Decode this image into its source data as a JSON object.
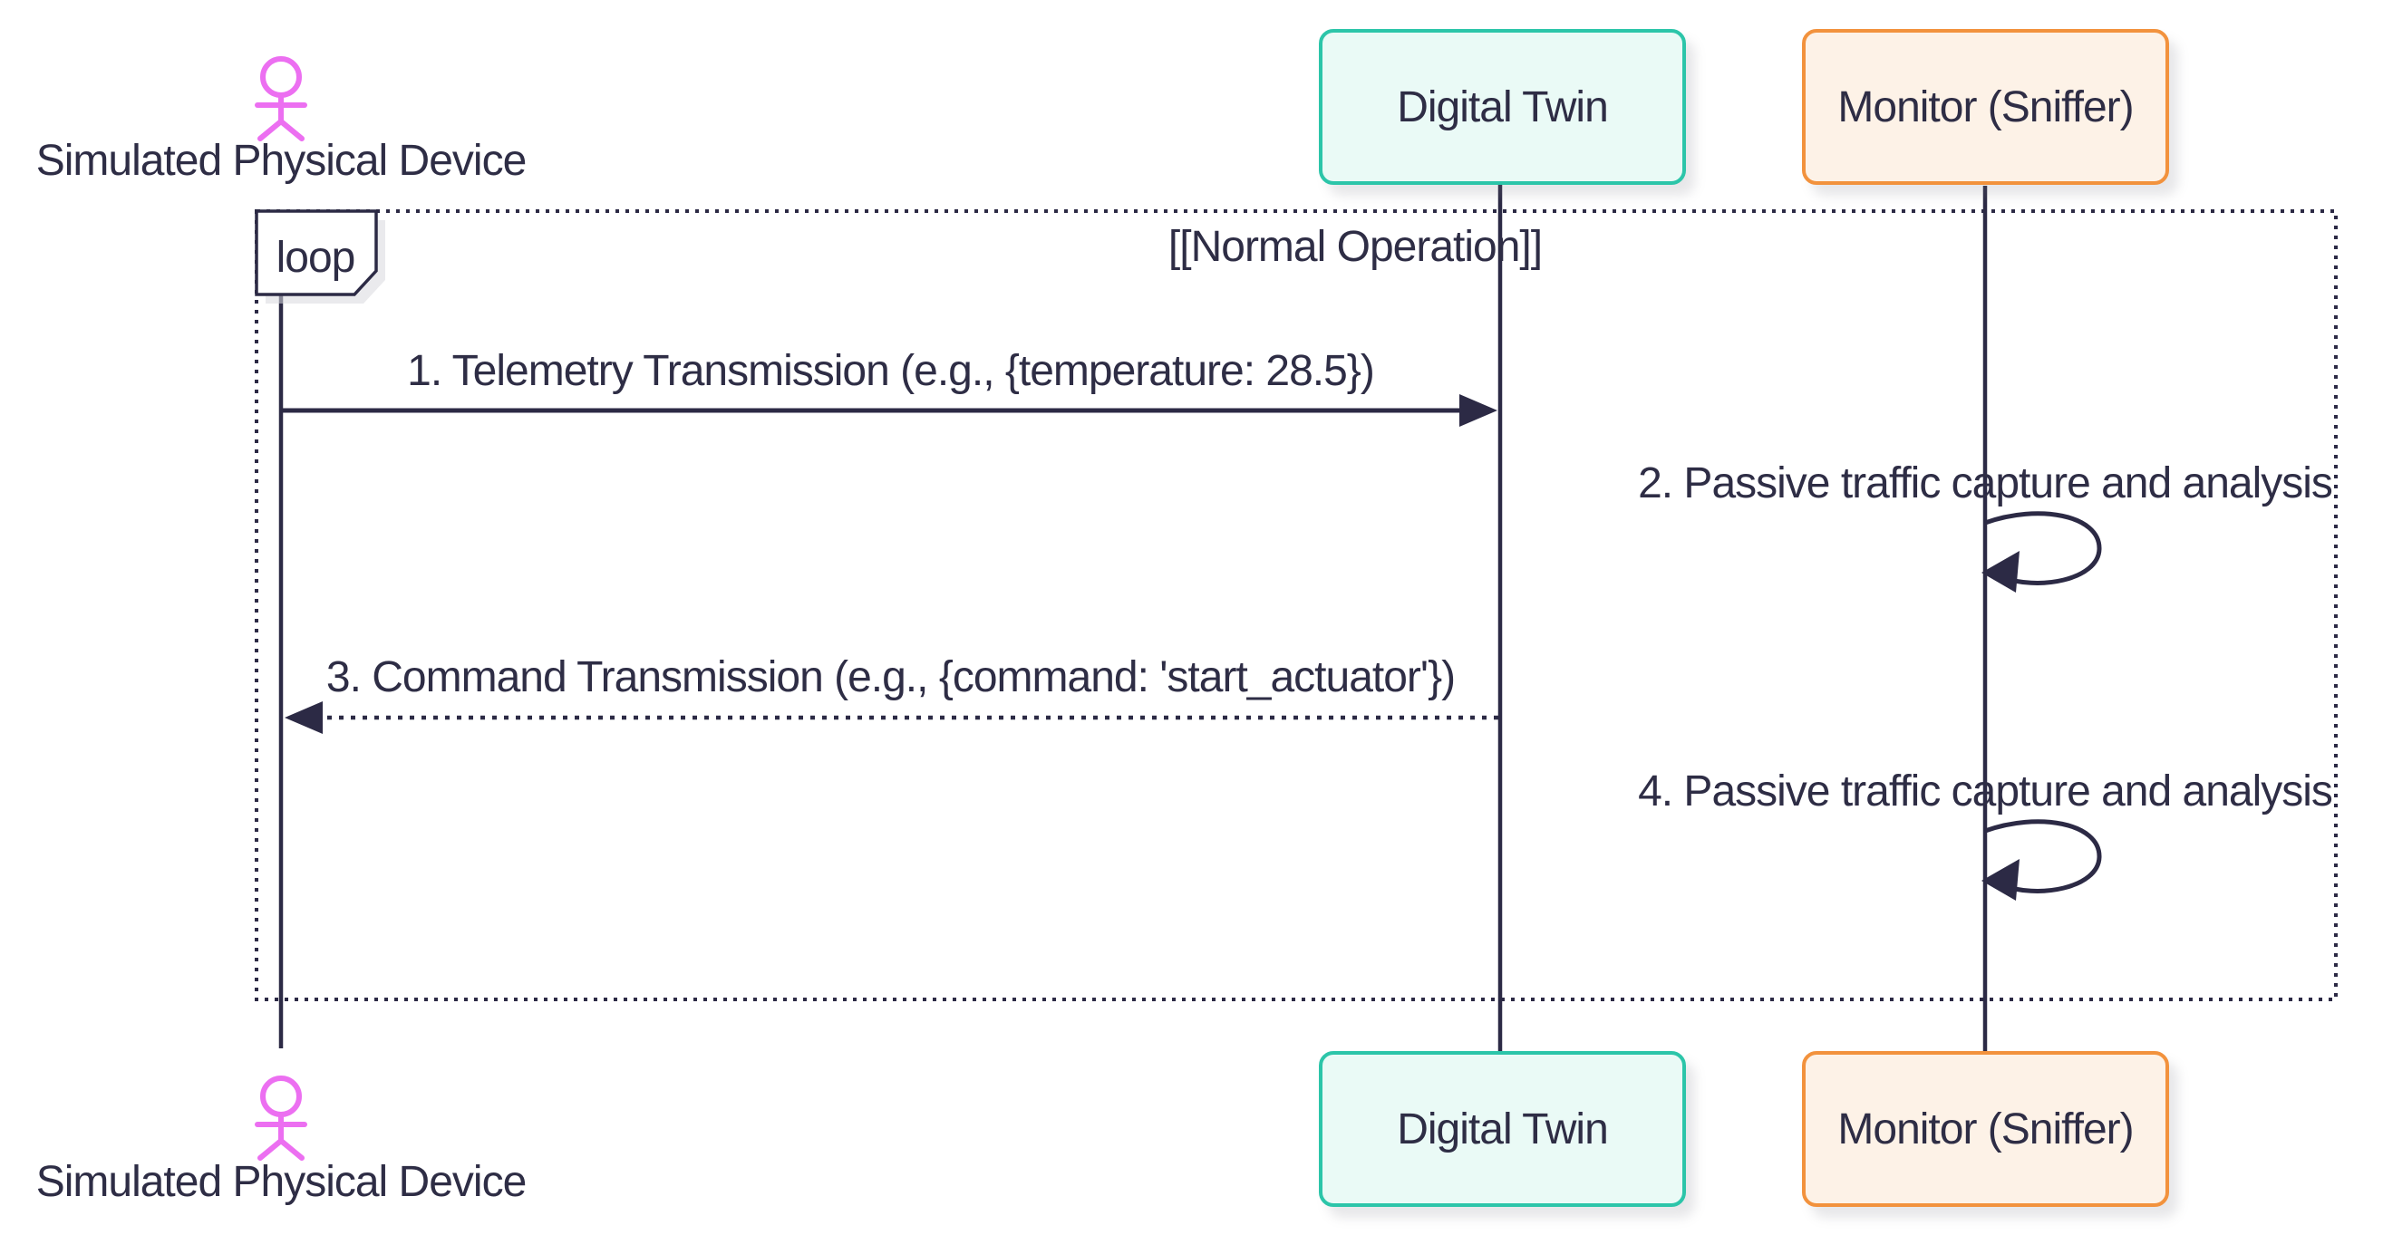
{
  "diagram": {
    "type": "sequence-diagram",
    "actor": {
      "label": "Simulated Physical Device",
      "color": "#ec6ff1"
    },
    "participants": [
      {
        "id": "digital-twin",
        "label": "Digital Twin",
        "border_color": "#2cc5a9",
        "fill_color": "#eafaf6"
      },
      {
        "id": "monitor",
        "label": "Monitor (Sniffer)",
        "border_color": "#f2923d",
        "fill_color": "#fdf2e7"
      }
    ],
    "loop_frame": {
      "label": "loop",
      "title": "[[Normal Operation]]",
      "border_style": "dotted",
      "border_color": "#2c2a45"
    },
    "messages": [
      {
        "seq": "1",
        "text": "1. Telemetry Transmission (e.g., {temperature: 28.5})",
        "from": "Simulated Physical Device",
        "to": "Digital Twin",
        "line_style": "solid"
      },
      {
        "seq": "2",
        "text": "2. Passive traffic capture and analysis",
        "from": "Monitor (Sniffer)",
        "to": "Monitor (Sniffer)",
        "line_style": "self-loop"
      },
      {
        "seq": "3",
        "text": "3. Command Transmission (e.g., {command: 'start_actuator'})",
        "from": "Digital Twin",
        "to": "Simulated Physical Device",
        "line_style": "dashed"
      },
      {
        "seq": "4",
        "text": "4. Passive traffic capture and analysis",
        "from": "Monitor (Sniffer)",
        "to": "Monitor (Sniffer)",
        "line_style": "self-loop"
      }
    ],
    "colors": {
      "line": "#2c2a45",
      "text": "#2e2d45",
      "actor": "#ec6ff1",
      "teal_border": "#2cc5a9",
      "teal_fill": "#eafaf6",
      "orange_border": "#f2923d",
      "orange_fill": "#fdf2e7",
      "background": "#ffffff"
    }
  }
}
